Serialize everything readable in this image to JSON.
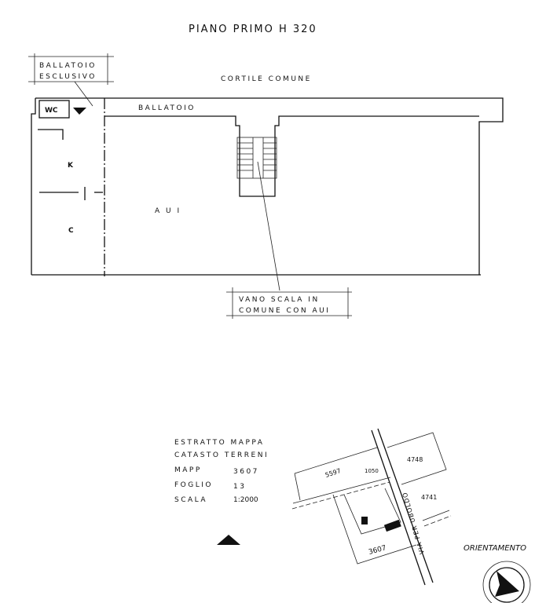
{
  "title": "PIANO   PRIMO   H  320",
  "labels": {
    "ballatoio_esclusivo_1": "BALLATOIO",
    "ballatoio_esclusivo_2": "ESCLUSIVO",
    "cortile": "CORTILE  COMUNE",
    "ballatoio": "BALLATOIO",
    "wc": "WC",
    "k": "K",
    "c": "C",
    "aui": "A U I",
    "vano_1": "VANO   SCALA   IN",
    "vano_2": "COMUNE  CON  AUI"
  },
  "estratto": {
    "line1": "ESTRATTO   MAPPA",
    "line2": "CATASTO   TERRENI",
    "mapp_label": "MAPP",
    "mapp_value": "3607",
    "foglio_label": "FOGLIO",
    "foglio_value": "13",
    "scala_label": "SCALA",
    "scala_value": "1:2000"
  },
  "map": {
    "parcel_a": "5597",
    "parcel_b": "1050",
    "parcel_c": "4748",
    "parcel_d": "4741",
    "parcel_main": "3607",
    "street": "VIA PER UBOLDO"
  },
  "orientamento": "ORIENTAMENTO"
}
